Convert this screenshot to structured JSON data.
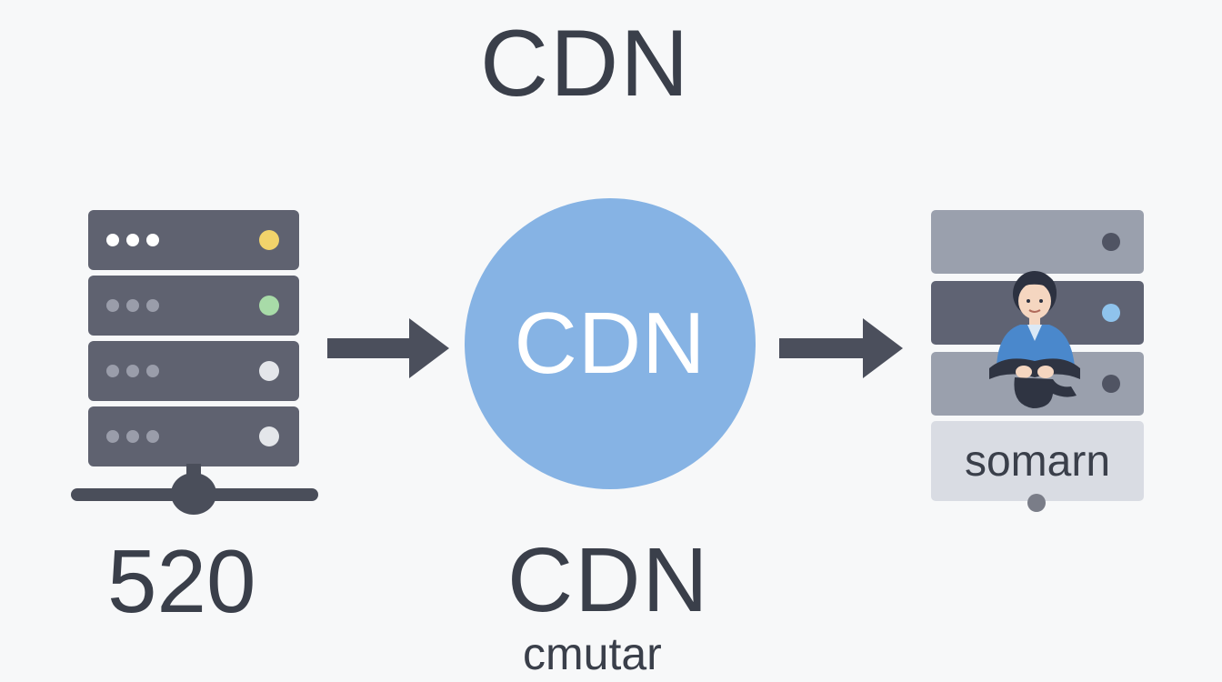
{
  "title": "CDN",
  "origin": {
    "label": "520",
    "status_leds": [
      "#f2d36b",
      "#a8dba8",
      "#e4e6ea",
      "#e4e6ea"
    ]
  },
  "cdn": {
    "circle_text": "CDN",
    "label": "CDN",
    "sublabel": "cmutar"
  },
  "edge": {
    "label": "somarn",
    "status_leds": [
      "#505463",
      "#8fc3ec",
      "#505463"
    ]
  },
  "icons": [
    "server-rack-icon",
    "arrow-right-icon",
    "person-icon",
    "server-icon"
  ],
  "colors": {
    "text": "#3a3f4a",
    "rack": "#5f6270",
    "cdn_circle": "#86b3e4",
    "arrow": "#4b4f5c"
  }
}
